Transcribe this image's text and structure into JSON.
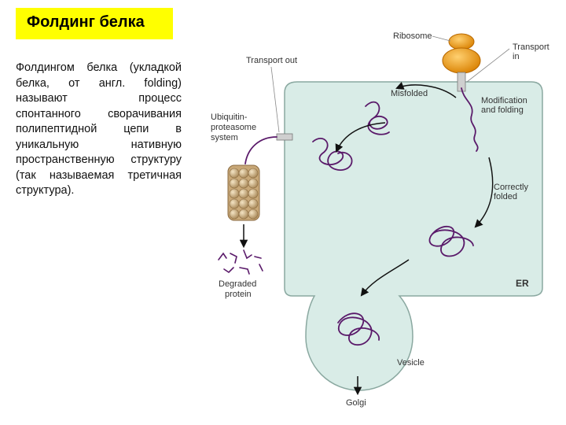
{
  "slide": {
    "title": "Фолдинг белка",
    "description": "Фолдингом белка (укладкой белка, от англ. folding) называют процесс спонтанного сворачивания полипептидной цепи в уникальную нативную пространственную структуру (так называемая третичная структура)."
  },
  "diagram": {
    "labels": {
      "ribosome": "Ribosome",
      "transport_in_1": "Transport",
      "transport_in_2": "in",
      "transport_out": "Transport out",
      "misfolded": "Misfolded",
      "modification_1": "Modification",
      "modification_2": "and folding",
      "ubiquitin_1": "Ubiquitin-",
      "ubiquitin_2": "proteasome",
      "ubiquitin_3": "system",
      "correctly_1": "Correctly",
      "correctly_2": "folded",
      "degraded_1": "Degraded",
      "degraded_2": "protein",
      "er": "ER",
      "vesicle": "Vesicle",
      "golgi": "Golgi"
    },
    "colors": {
      "er_fill": "#d9ece7",
      "protein_chain": "#5a1a6a",
      "ribosome": "#f0a020",
      "proteasome": "#c8a878",
      "title_bg": "#ffff00"
    }
  }
}
